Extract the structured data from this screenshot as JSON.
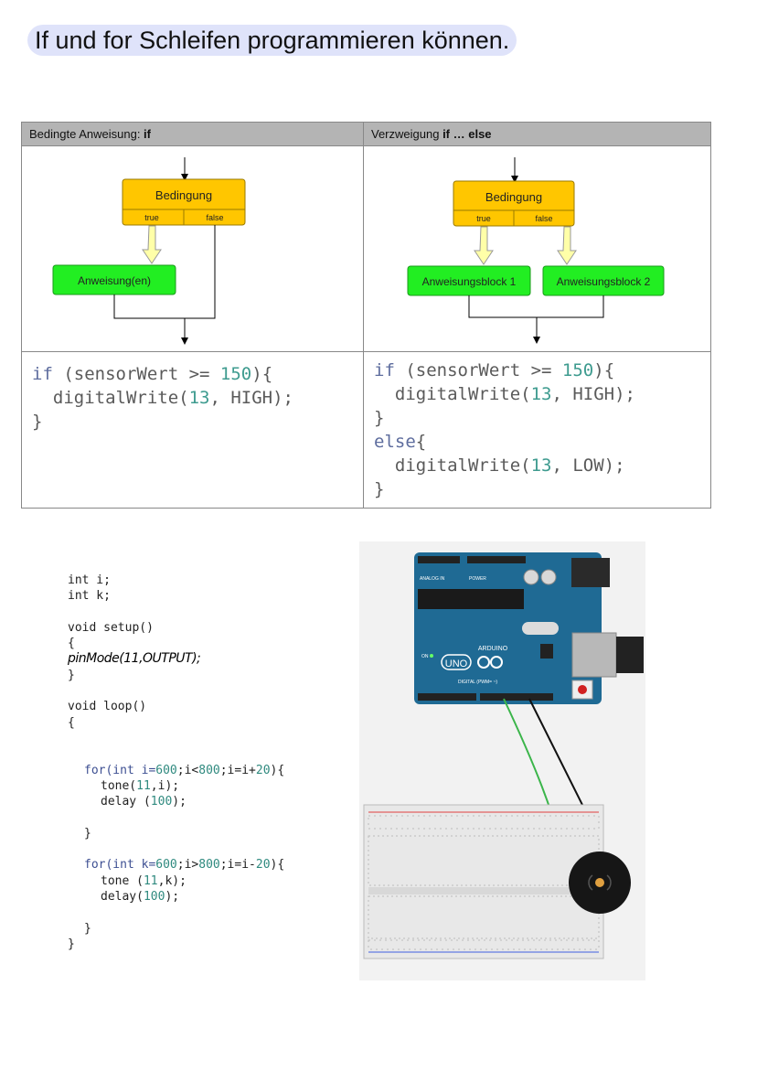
{
  "title": "If und for Schleifen programmieren können.",
  "table": {
    "col1_header_prefix": "Bedingte Anweisung: ",
    "col1_header_bold": "if",
    "col2_header_prefix": "Verzweigung ",
    "col2_header_bold": "if … else",
    "if_diagram": {
      "condition": "Bedingung",
      "true_label": "true",
      "false_label": "false",
      "statement": "Anweisung(en)"
    },
    "ifelse_diagram": {
      "condition": "Bedingung",
      "true_label": "true",
      "false_label": "false",
      "block1": "Anweisungsblock 1",
      "block2": "Anweisungsblock 2"
    }
  },
  "code_if": {
    "l1_kw": "if",
    "l1_a": " (sensorWert >= ",
    "l1_num": "150",
    "l1_b": "){",
    "l2_a": "  digitalWrite(",
    "l2_num": "13",
    "l2_b": ", HIGH);",
    "l3": "}"
  },
  "code_ifelse": {
    "l1_kw": "if",
    "l1_a": " (sensorWert >= ",
    "l1_num": "150",
    "l1_b": "){",
    "l2_a": "  digitalWrite(",
    "l2_num": "13",
    "l2_b": ", HIGH);",
    "l3": "}",
    "l4_kw": "else",
    "l4_b": "{",
    "l5_a": "  digitalWrite(",
    "l5_num": "13",
    "l5_b": ", LOW);",
    "l6": "}"
  },
  "sketch": {
    "decl_i": "int i;",
    "decl_k": "int k;",
    "setup_sig": "void setup()",
    "brace_open": "{",
    "handwritten": "pinMode(11,OUTPUT);",
    "brace_close": "}",
    "loop_sig": "void loop()",
    "loop_open": "{",
    "for1_kw": "for(int i=",
    "for1_n1": "600",
    "for1_mid": ";i<",
    "for1_n2": "800",
    "for1_end": ";i=i+",
    "for1_n3": "20",
    "for1_close": "){",
    "tone1_a": "tone(",
    "tone1_num": "11",
    "tone1_b": ",i);",
    "delay1_a": "delay (",
    "delay1_num": "100",
    "delay1_b": ");",
    "for1_brace": "}",
    "for2_kw": "for(int k=",
    "for2_n1": "600",
    "for2_mid": ";i>",
    "for2_n2": "800",
    "for2_end": ";i=i-",
    "for2_n3": "20",
    "for2_close": "){",
    "tone2_a": "tone (",
    "tone2_num": "11",
    "tone2_b": ",k);",
    "delay2_a": "delay(",
    "delay2_num": "100",
    "delay2_b": ");",
    "for2_brace": "}",
    "loop_close": "}"
  },
  "board": {
    "brand": "ARDUINO",
    "model": "UNO",
    "digital_label": "DIGITAL (PWM= ~)",
    "analog_label": "ANALOG IN",
    "power_label": "POWER",
    "on_label": "ON"
  },
  "colors": {
    "title_highlight": "#dfe3fa",
    "condition_box": "#ffc600",
    "statement_box": "#22ee22",
    "board_blue": "#1f6a94",
    "wire_green": "#3bb54a",
    "wire_black": "#111111"
  }
}
